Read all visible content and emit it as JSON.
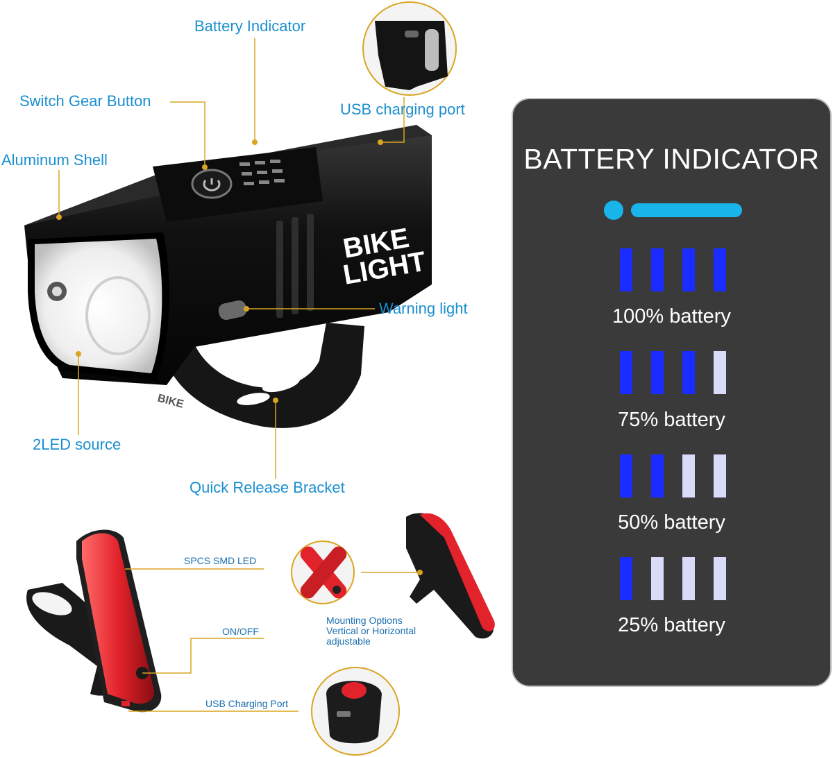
{
  "front_light": {
    "labels": {
      "battery_indicator": "Battery Indicator",
      "switch_gear_button": "Switch Gear Button",
      "aluminum_shell": "Aluminum Shell",
      "usb_charging_port": "USB charging port",
      "warning_light": "Warning light",
      "led_source": "2LED source",
      "quick_release_bracket": "Quick Release Bracket"
    },
    "body_text": [
      "BIKE",
      "LIGHT"
    ],
    "bracket_text": "BIKE"
  },
  "tail_light": {
    "labels": {
      "smd_led": "SPCS SMD LED",
      "on_off": "ON/OFF",
      "usb_port": "USB Charging Port",
      "mounting_line1": "Mounting Options",
      "mounting_line2": "Vertical or Horizontal",
      "mounting_line3": "adjustable"
    }
  },
  "panel": {
    "title": "BATTERY INDICATOR",
    "levels": [
      {
        "label": "100% battery",
        "lit": 4
      },
      {
        "label": "75% battery",
        "lit": 3
      },
      {
        "label": "50% battery",
        "lit": 2
      },
      {
        "label": "25% battery",
        "lit": 1
      }
    ]
  },
  "colors": {
    "label_blue": "#1a8fd0",
    "leader_gold": "#d9a520",
    "panel_bg": "#3a3a3a",
    "bar_on": "#1a2cff",
    "bar_off": "#d8dcf8",
    "indicator_cyan": "#19b4ea",
    "tail_red": "#e3232b"
  }
}
